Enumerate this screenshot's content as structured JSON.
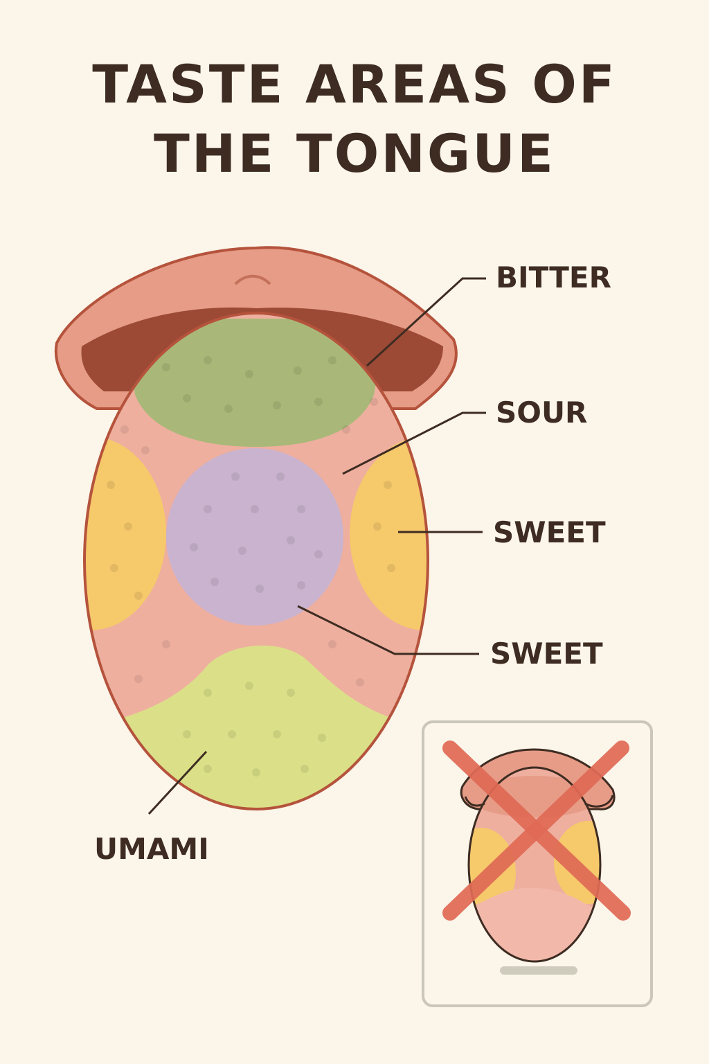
{
  "title": {
    "line1": "TASTE AREAS OF",
    "line2": "THE TONGUE"
  },
  "labels": {
    "bitter": "BITTER",
    "sour": "SOUR",
    "sweet_side": "SWEET",
    "sweet_center": "SWEET",
    "umami": "UMAMI"
  },
  "colors": {
    "background": "#fbf5ea",
    "text": "#3e2c22",
    "tongue": "#eeaf9f",
    "outline": "#b5533c",
    "bitter": "#a9b878",
    "sour": "#c9b3cf",
    "sweet": "#f6c96b",
    "umami": "#dbe088",
    "cross": "#e06a55"
  },
  "icons": {
    "inset": "crossed-out-tongue-map-icon"
  }
}
